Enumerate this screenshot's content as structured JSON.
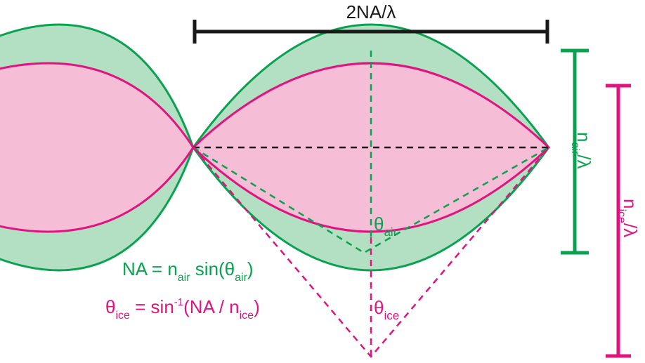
{
  "colors": {
    "green": "#0aa150",
    "green_fill": "#b3dfc3",
    "pink": "#e0147f",
    "pink_fill": "#f6bdd7",
    "black": "#1a1a1a"
  },
  "labels": {
    "width": "2NA/λ",
    "theta_air": {
      "sym": "θ",
      "sub": "air"
    },
    "theta_ice": {
      "sym": "θ",
      "sub": "ice"
    },
    "n_air_height": {
      "n": "n",
      "sub": "air",
      "tail": "/λ"
    },
    "n_ice_height": {
      "n": "n",
      "sub": "ice",
      "tail": "/λ"
    },
    "eq_na": {
      "lhs": "NA = n",
      "sub1": "air",
      "mid": " sin(θ",
      "sub2": "air",
      "end": ")"
    },
    "eq_theta": {
      "lhs": "θ",
      "sub1": "ice",
      "mid": " = sin",
      "sup": "-1",
      "mid2": "(NA / n",
      "sub2": "ice",
      "end": ")"
    }
  }
}
